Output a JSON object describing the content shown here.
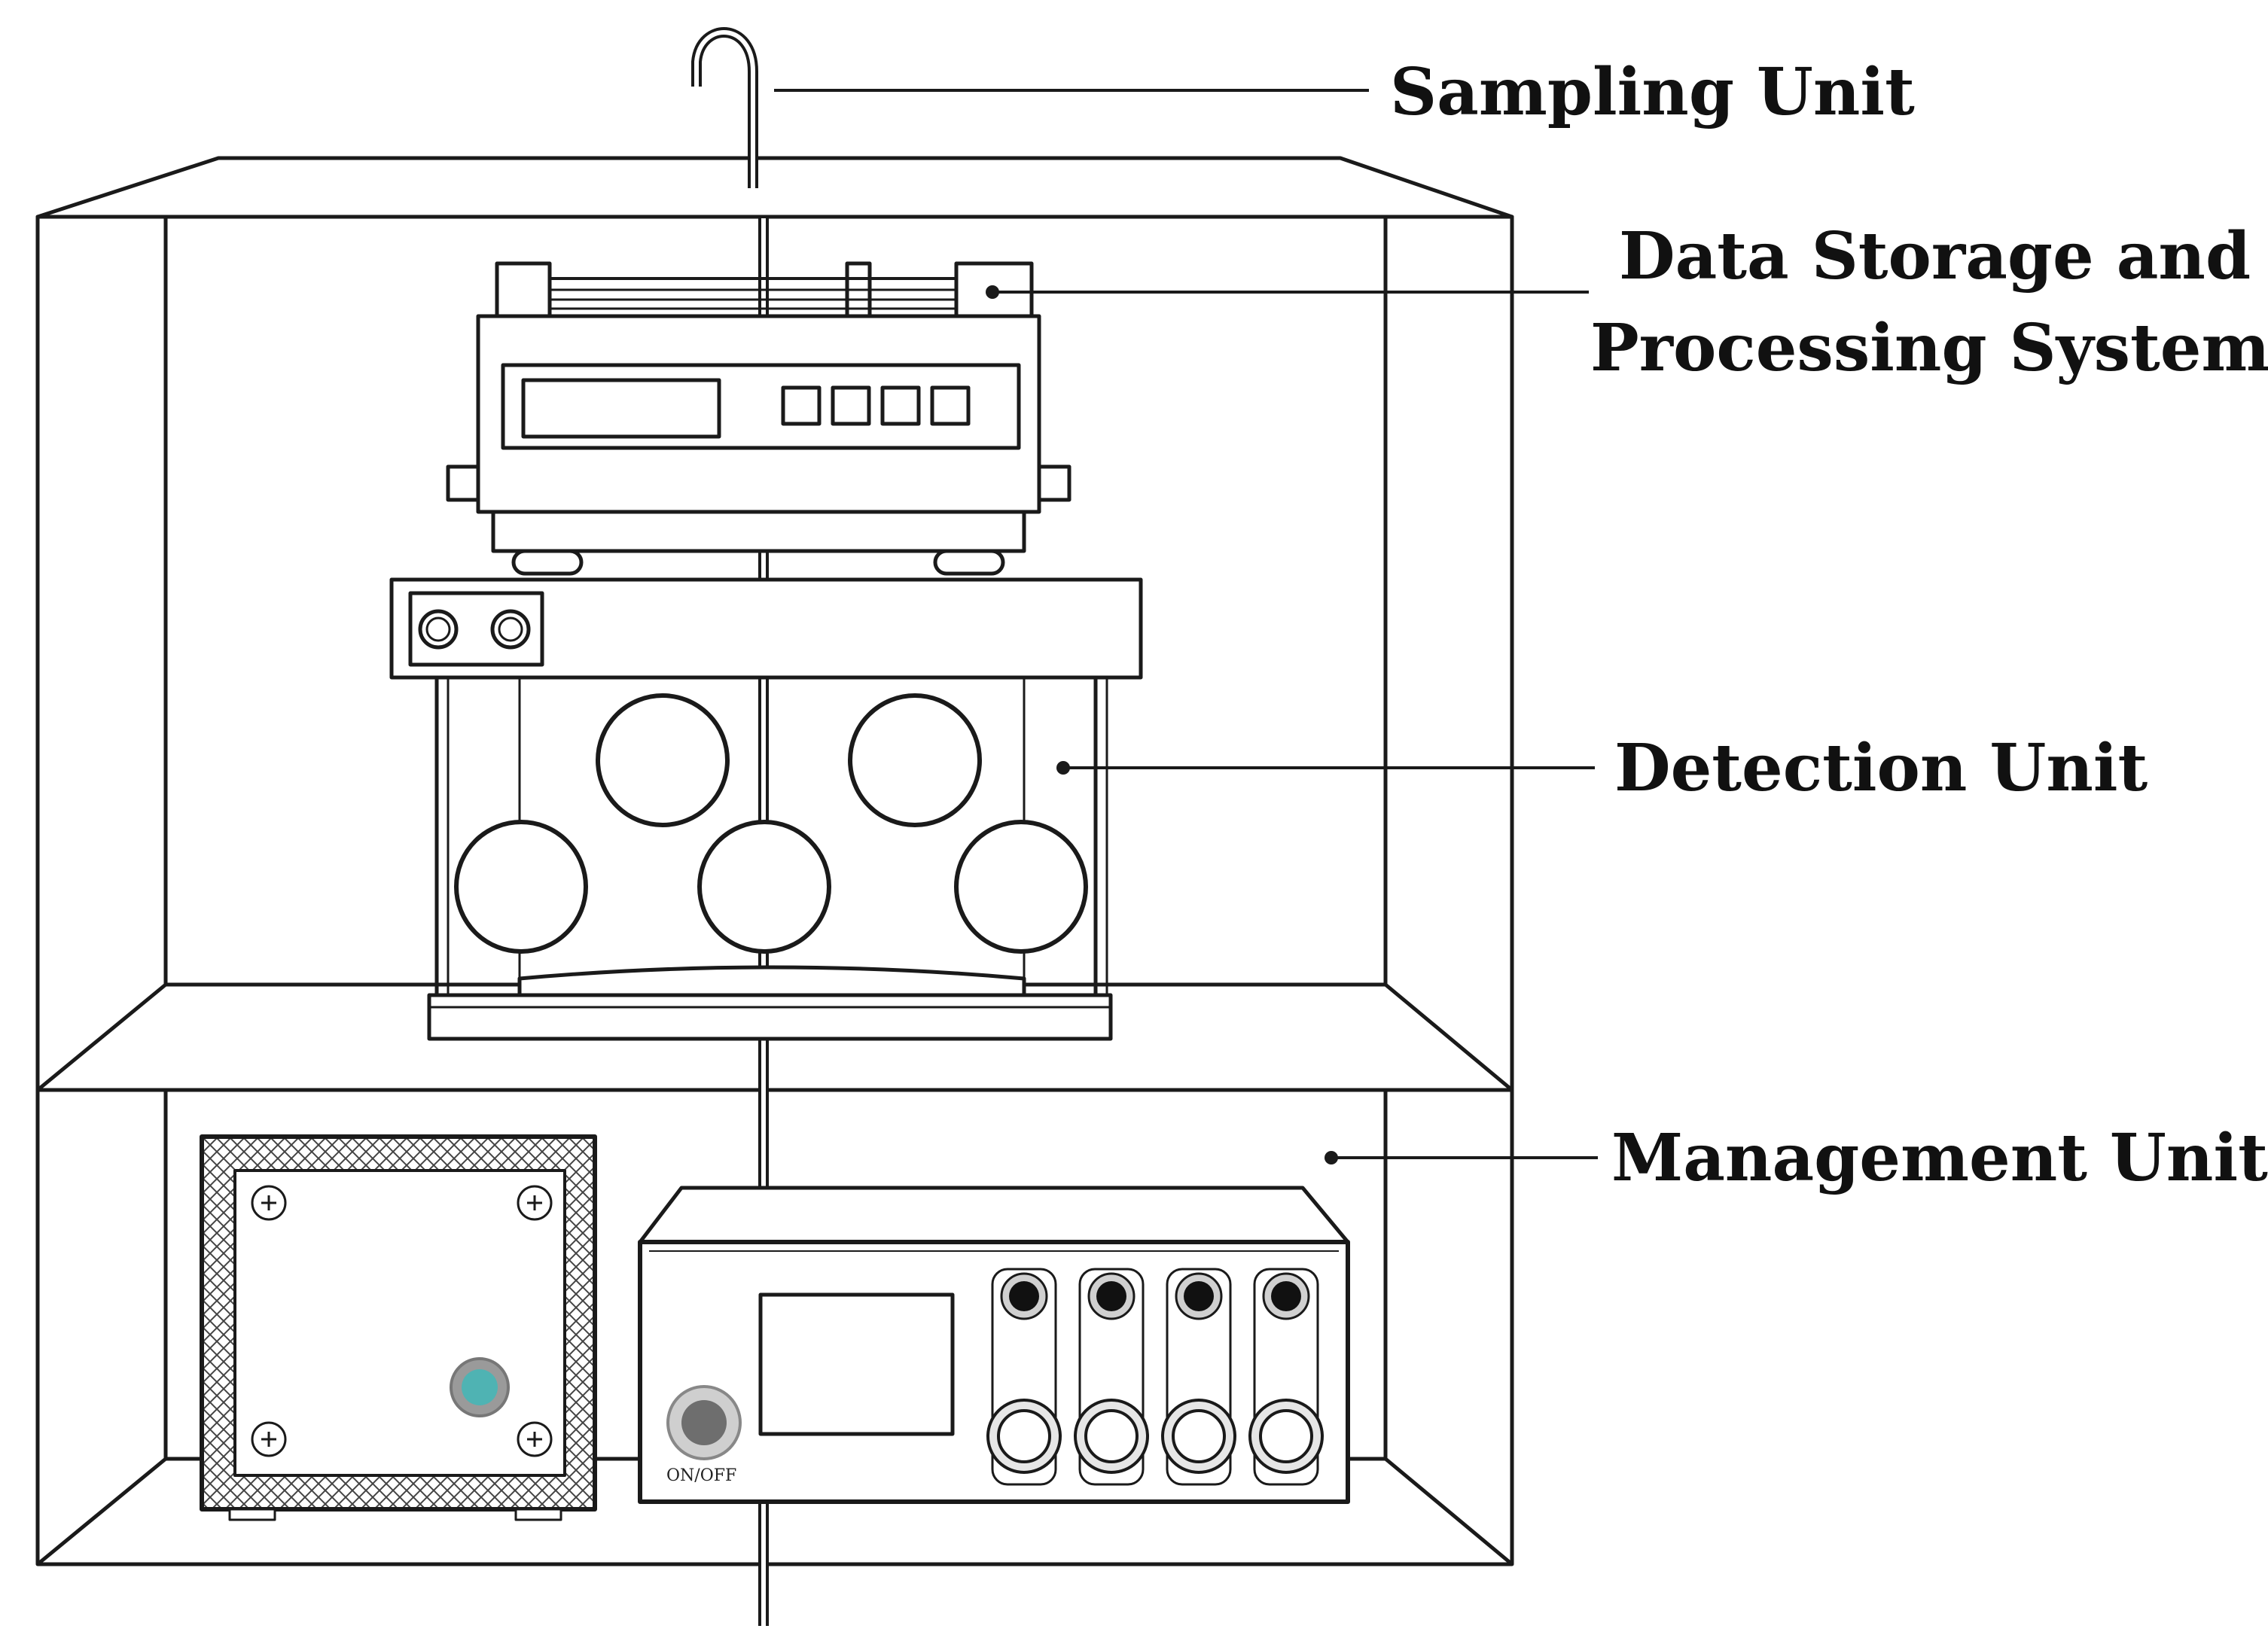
{
  "labels": {
    "sampling_unit": "Sampling Unit",
    "data_storage_line1": "Data Storage and",
    "data_storage_line2": "Processing System",
    "detection_unit": "Detection Unit",
    "management_unit": "Management Unit"
  },
  "controller": {
    "power_label": "ON/OFF"
  },
  "colors": {
    "stroke": "#1a1a1a",
    "indicator": "#4fb3b3",
    "power_button": "#6e6e6e"
  }
}
